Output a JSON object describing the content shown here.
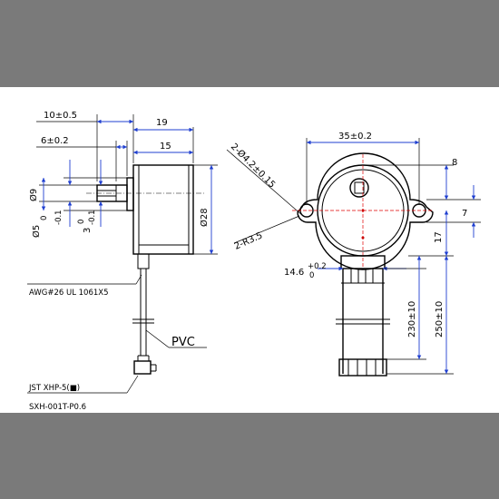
{
  "colors": {
    "band": "#7a7a7a",
    "background": "#ffffff",
    "dimension": "#1f3fd0",
    "centerline_red": "#e00000"
  },
  "side_view": {
    "dim_10": "10±0.5",
    "dim_6": "6±0.2",
    "dim_19": "19",
    "dim_15": "15",
    "dim_phi9": "Ø9",
    "dim_phi5": "Ø5",
    "dim_phi5_tol_upper": "0",
    "dim_phi5_tol_lower": "-0.1",
    "dim_3": "3",
    "dim_3_tol_upper": "0",
    "dim_3_tol_lower": "-0.1",
    "dim_phi28": "Ø28",
    "wire_spec": "AWG#26 UL 1061X5",
    "pvc": "PVC",
    "connector": "JST XHP-5(■)",
    "terminal": "SXH-001T-P0.6"
  },
  "front_view": {
    "dim_35": "35±0.2",
    "dim_holes": "2-Ø4.2±0.15",
    "dim_radius": "2-R3.5",
    "dim_8": "8",
    "dim_7": "7",
    "dim_17": "17",
    "dim_14_6": "14.6",
    "dim_14_6_tol_upper": "+0.2",
    "dim_14_6_tol_lower": "0",
    "dim_230": "230±10",
    "dim_250": "250±10"
  }
}
